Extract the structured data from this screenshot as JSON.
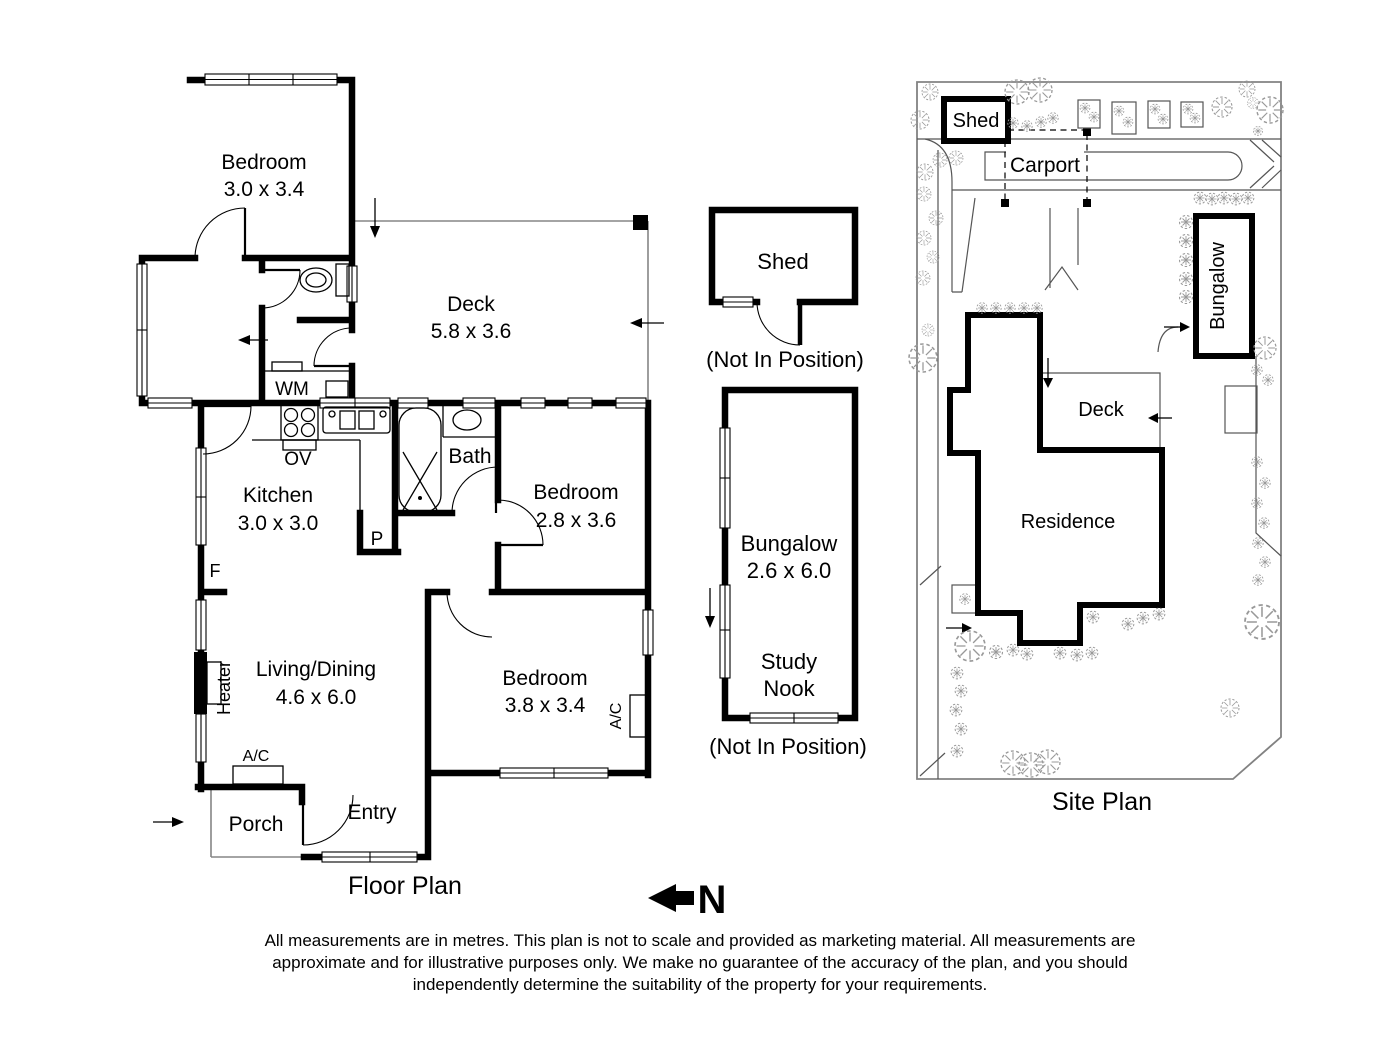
{
  "floor_plan": {
    "title": "Floor Plan",
    "rooms": {
      "bedroom1": {
        "name": "Bedroom",
        "dims": "3.0 x 3.4"
      },
      "deck": {
        "name": "Deck",
        "dims": "5.8 x 3.6"
      },
      "kitchen": {
        "name": "Kitchen",
        "dims": "3.0 x 3.0"
      },
      "bath": {
        "name": "Bath"
      },
      "bedroom2": {
        "name": "Bedroom",
        "dims": "2.8 x 3.6"
      },
      "living": {
        "name": "Living/Dining",
        "dims": "4.6 x 6.0"
      },
      "bedroom3": {
        "name": "Bedroom",
        "dims": "3.8 x 3.4"
      },
      "porch": {
        "name": "Porch"
      },
      "entry": {
        "name": "Entry"
      }
    },
    "fixtures": {
      "washing_machine": "WM",
      "oven": "OV",
      "pantry": "P",
      "fridge": "F",
      "heater": "Heater",
      "ac_living": "A/C",
      "ac_bedroom": "A/C"
    }
  },
  "outbuildings": {
    "shed": {
      "name": "Shed",
      "note": "(Not In Position)"
    },
    "bungalow": {
      "name": "Bungalow",
      "dims": "2.6 x 6.0",
      "study_line1": "Study",
      "study_line2": "Nook",
      "note": "(Not In Position)"
    }
  },
  "site_plan": {
    "title": "Site Plan",
    "shed": "Shed",
    "carport": "Carport",
    "bungalow": "Bungalow",
    "deck": "Deck",
    "residence": "Residence"
  },
  "compass": {
    "north": "N"
  },
  "disclaimer": {
    "line1": "All measurements are in metres. This plan is not to scale and provided as marketing material. All measurements are",
    "line2": "approximate and for illustrative purposes only. We make no guarantee of the accuracy of the plan, and you should",
    "line3": "independently determine the suitability of the property for your requirements."
  }
}
